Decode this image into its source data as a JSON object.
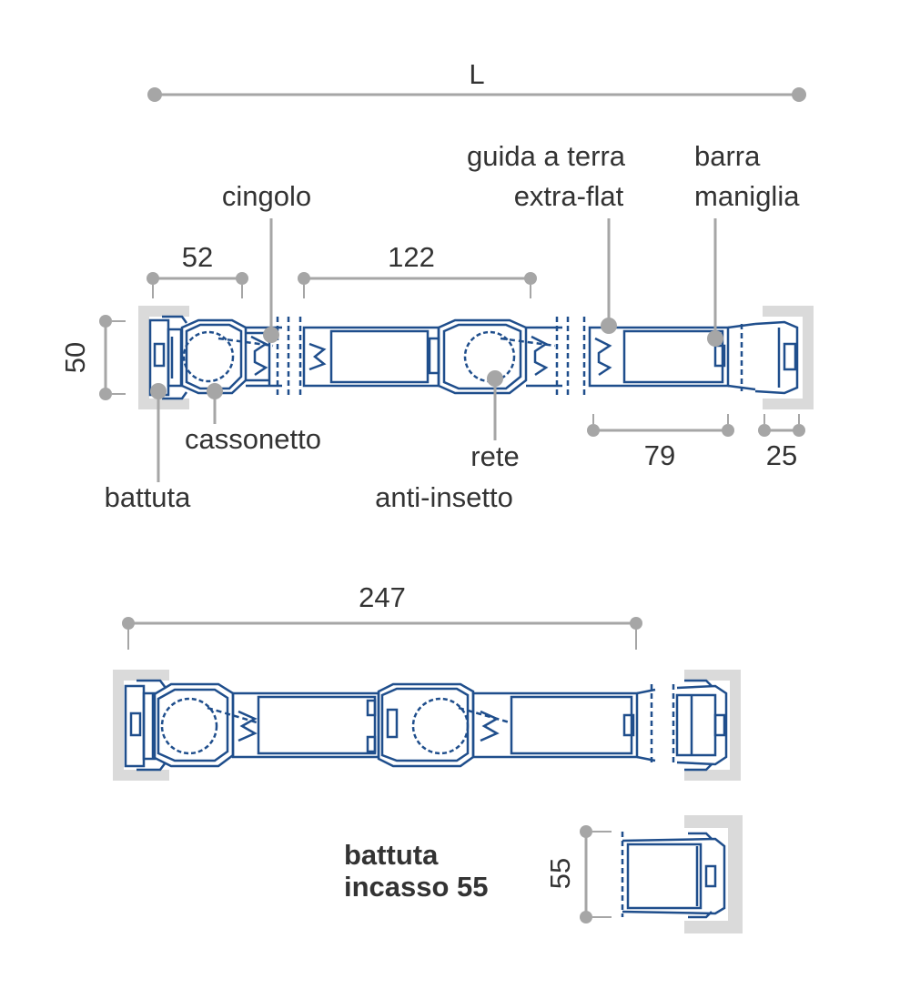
{
  "colors": {
    "profile": "#1f4e8c",
    "dimension": "#a6a6a6",
    "wall": "#dadada",
    "text": "#333333"
  },
  "dimensions": {
    "overall_length": "L",
    "battuta_width": "52",
    "center_module_width": "122",
    "handle_module_width": "79",
    "end_stop_width": "25",
    "height": "50",
    "double_module_width": "247",
    "incasso_height": "55"
  },
  "labels": {
    "cingolo": "cingolo",
    "guida_line1": "guida a terra",
    "guida_line2": "extra-flat",
    "barra_line1": "barra",
    "barra_line2": "maniglia",
    "cassonetto": "cassonetto",
    "battuta": "battuta",
    "rete_line1": "rete",
    "rete_line2": "anti-insetto",
    "incasso_line1": "battuta",
    "incasso_line2": "incasso 55"
  }
}
